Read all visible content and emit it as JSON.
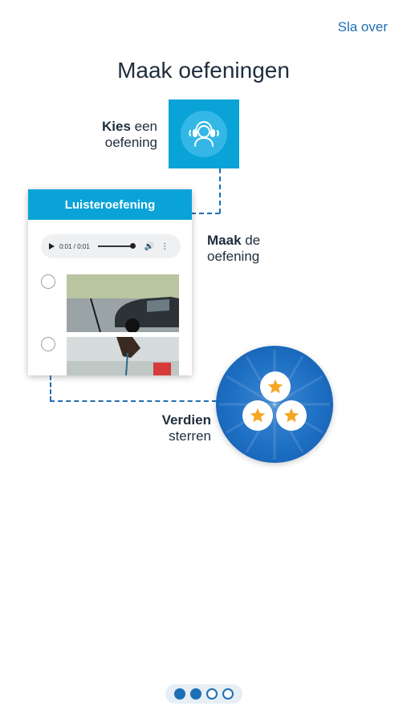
{
  "header": {
    "skip_label": "Sla over"
  },
  "title": "Maak oefeningen",
  "steps": [
    {
      "bold": "Kies",
      "rest": " een",
      "line2": "oefening"
    },
    {
      "bold": "Maak",
      "rest": " de",
      "line2": "oefening"
    },
    {
      "bold": "Verdien",
      "rest": "",
      "line2": "sterren"
    }
  ],
  "card": {
    "title": "Luisteroefening",
    "audio_time": "0:01 / 0:01"
  },
  "pagination": {
    "total": 4,
    "active": [
      0,
      1
    ]
  },
  "colors": {
    "accent": "#0aa3d8",
    "brand": "#1d6fb4",
    "star": "#f5a623"
  }
}
